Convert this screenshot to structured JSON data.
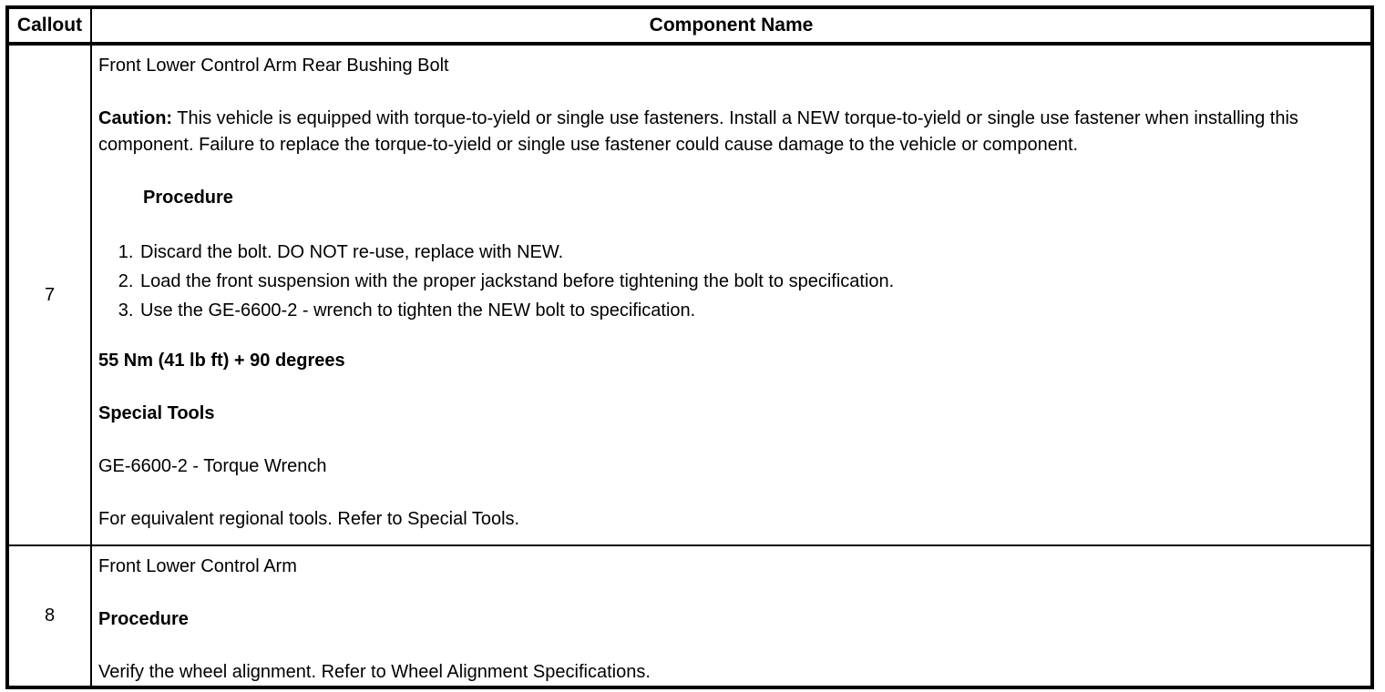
{
  "table": {
    "header": {
      "callout": "Callout",
      "component": "Component Name"
    },
    "rows": [
      {
        "callout": "7",
        "title": "Front Lower Control Arm Rear Bushing Bolt",
        "caution_label": "Caution:",
        "caution_text": "This vehicle is equipped with torque-to-yield or single use fasteners. Install a NEW torque-to-yield or single use fastener when installing this component. Failure to replace the torque-to-yield or single use fastener could cause damage to the vehicle or component.",
        "procedure_heading": "Procedure",
        "steps": [
          "Discard the bolt. DO NOT re-use, replace with NEW.",
          "Load the front suspension with the proper jackstand before tightening the bolt to specification.",
          "Use the GE-6600-2 - wrench to tighten the NEW bolt to specification."
        ],
        "torque_spec": "55 Nm (41 lb ft) + 90 degrees",
        "special_tools_heading": "Special Tools",
        "special_tool": "GE-6600-2 - Torque Wrench",
        "tools_note": "For equivalent regional tools. Refer to Special Tools."
      },
      {
        "callout": "8",
        "title": "Front Lower Control Arm",
        "procedure_heading": "Procedure",
        "procedure_text": "Verify the wheel alignment. Refer to Wheel Alignment Specifications."
      }
    ]
  },
  "colors": {
    "border": "#000000",
    "background": "#ffffff",
    "text": "#000000"
  }
}
